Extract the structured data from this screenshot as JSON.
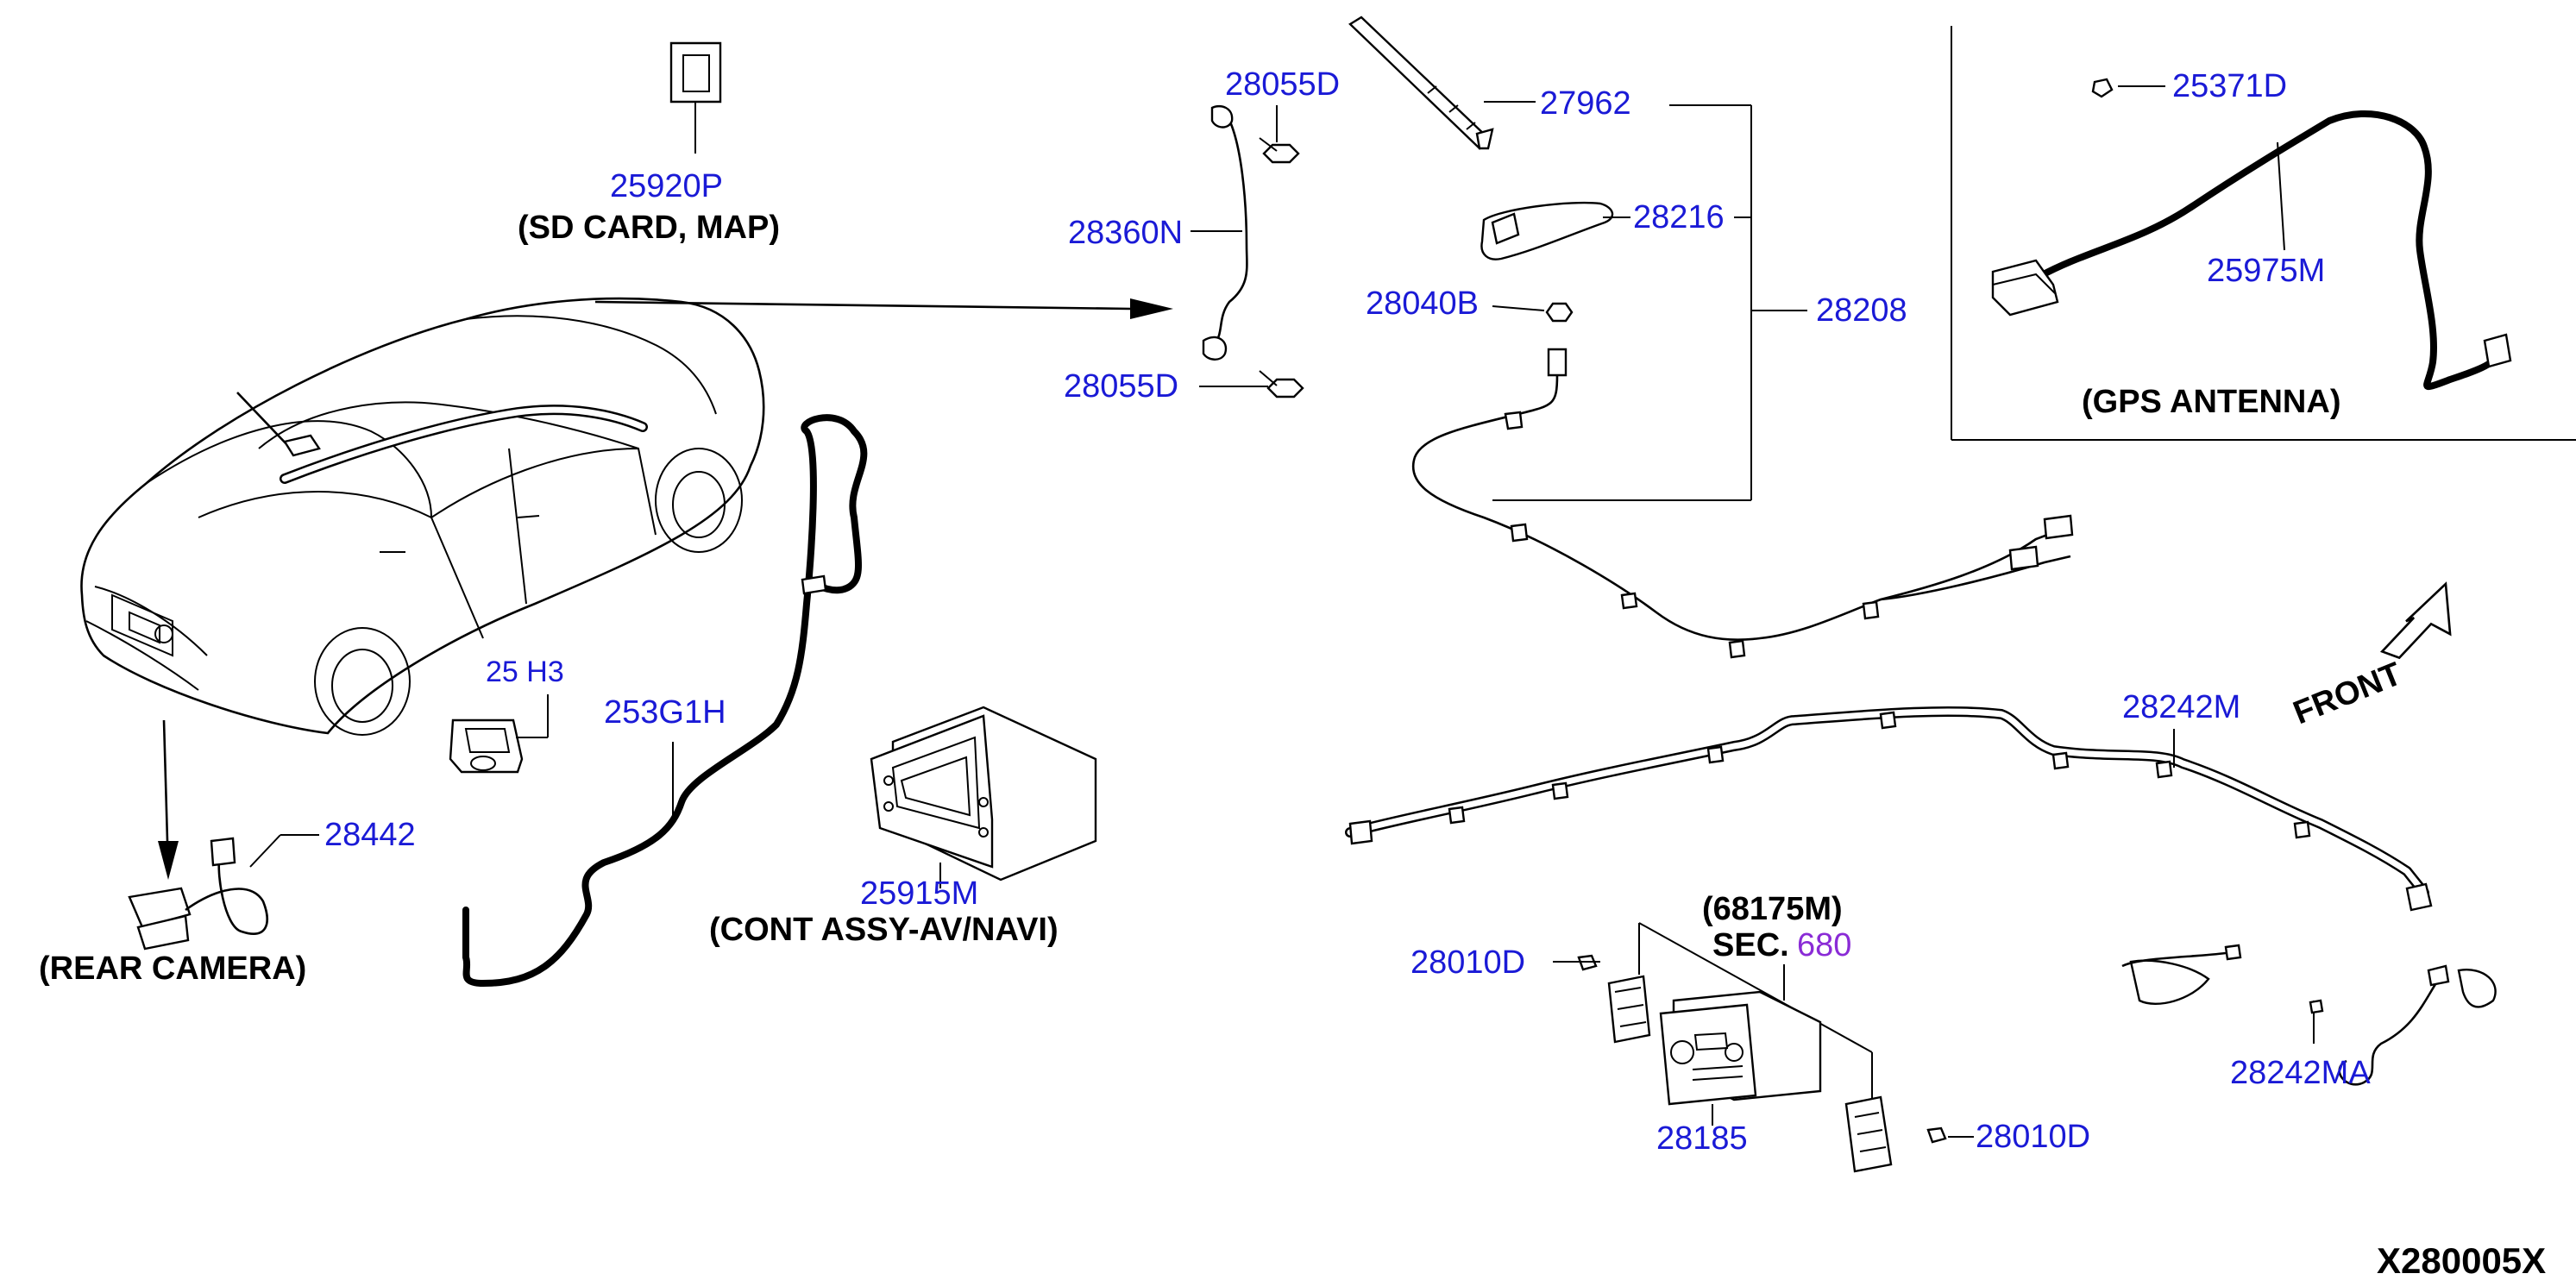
{
  "labels": {
    "p25920P": "25920P",
    "sdcard": "(SD CARD, MAP)",
    "p28055D_top": "28055D",
    "p28360N": "28360N",
    "p28055D_bottom": "28055D",
    "p27962": "27962",
    "p28216": "28216",
    "p28040B": "28040B",
    "p28208": "28208",
    "p25371D": "25371D",
    "p25975M": "25975M",
    "gps": "(GPS ANTENNA)",
    "p28442": "28442",
    "rearcam": "(REAR CAMERA)",
    "p253G1H": "253G1H",
    "p25915M": "25915M",
    "contassy": "(CONT ASSY-AV/NAVI)",
    "p28242M": "28242M",
    "front": "FRONT",
    "p68175M": "(68175M)",
    "sec": "SEC.",
    "sec_no": "680",
    "p28010D_left": "28010D",
    "p28010D_right": "28010D",
    "p28185": "28185",
    "p28242MA": "28242MA",
    "switch_label": "25 H3",
    "diagram_id": "X280005X"
  },
  "colors": {
    "part_number": "#1a1ad6",
    "sec_link": "#8a2bd6",
    "caption": "#000000"
  }
}
